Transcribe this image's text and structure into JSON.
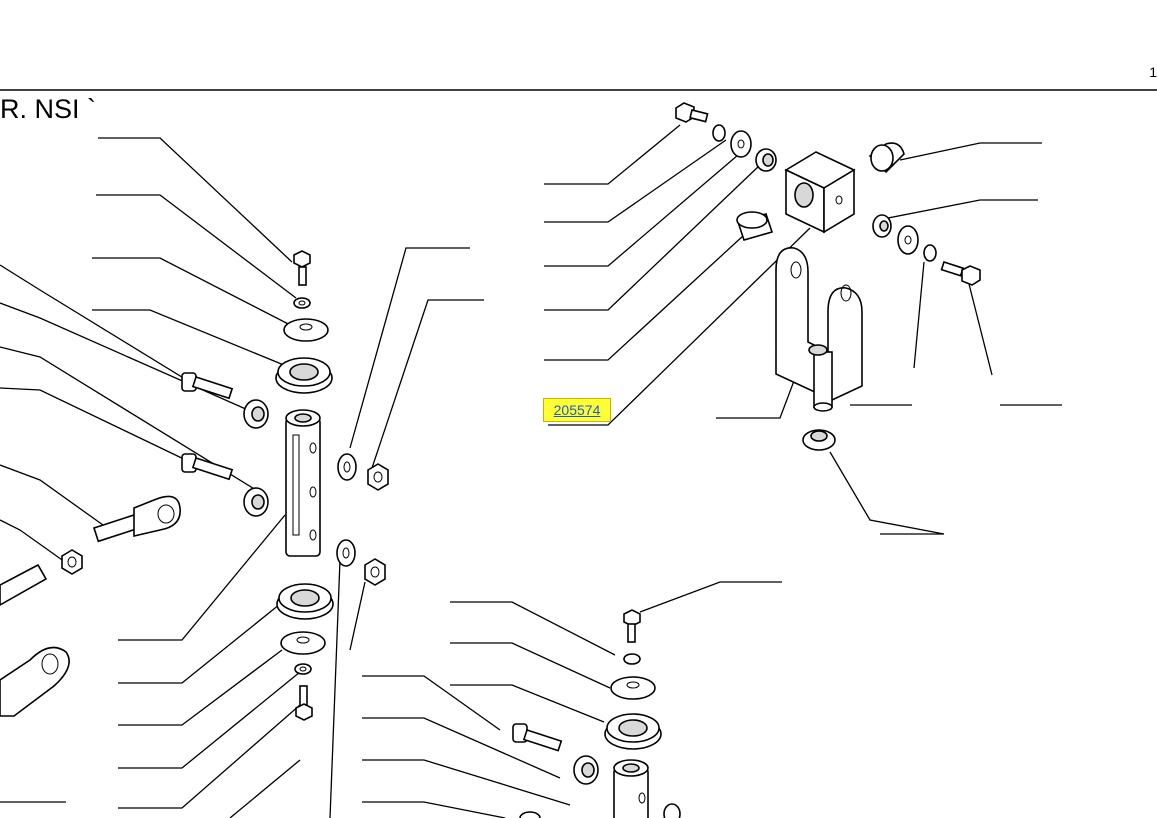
{
  "header": {
    "title_fragment": "R. NSI `",
    "page_mark": "1"
  },
  "callouts": {
    "highlighted_part_number": "205574"
  },
  "colors": {
    "highlight_fill": "#ffff33",
    "link_text": "#1a5bd6",
    "line": "#000000"
  }
}
